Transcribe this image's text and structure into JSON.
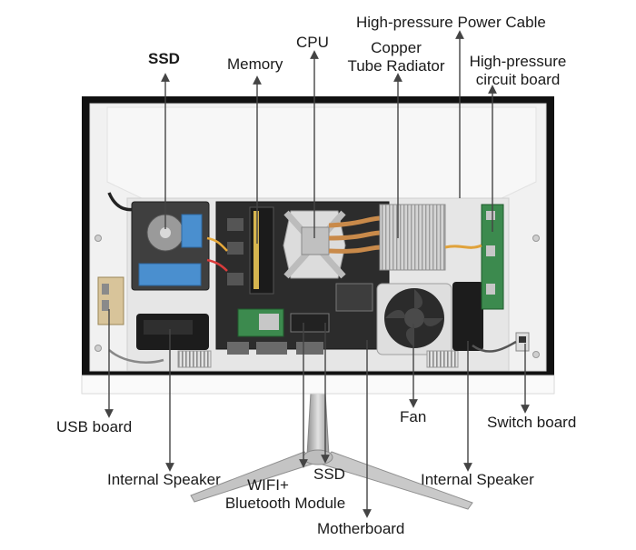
{
  "labels": {
    "ssd_top": "SSD",
    "memory": "Memory",
    "cpu": "CPU",
    "copper_line1": "Copper",
    "copper_line2": "Tube Radiator",
    "hp_cable": "High-pressure Power Cable",
    "hp_board_line1": "High-pressure",
    "hp_board_line2": "circuit board",
    "usb_board": "USB board",
    "fan": "Fan",
    "switch_board": "Switch board",
    "internal_speaker_left": "Internal Speaker",
    "ssd_bottom": "SSD",
    "wifi_line1": "WIFI+",
    "wifi_line2": "Bluetooth Module",
    "internal_speaker_right": "Internal Speaker",
    "motherboard": "Motherboard"
  },
  "colors": {
    "label_text": "#1a1a1a",
    "leader_line": "#444444",
    "bezel": "#111111",
    "chassis": "#f1f1f1",
    "pcb": "#2c2c2c",
    "heatsink": "#cfcfcf",
    "copper": "#c98a4a",
    "hdd_blue": "#4a8fcf",
    "green_pcb": "#3c8a4e",
    "stand": "#b9b9b9"
  }
}
